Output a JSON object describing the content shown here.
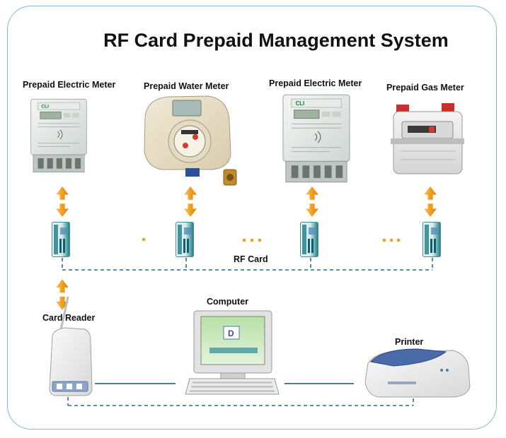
{
  "title": "RF Card Prepaid Management System",
  "devices": {
    "meter1": "Prepaid Electric Meter",
    "water": "Prepaid Water Meter",
    "meter2": "Prepaid Electric Meter",
    "gas": "Prepaid Gas Meter"
  },
  "rf_card_label": "RF Card",
  "computer_label": "Computer",
  "card_reader_label": "Card Reader",
  "printer_label": "Printer",
  "colors": {
    "frame": "#7fb8d8",
    "arrow": "#f0a020",
    "connector": "#2b6f8c",
    "card": "#1c7c86"
  }
}
